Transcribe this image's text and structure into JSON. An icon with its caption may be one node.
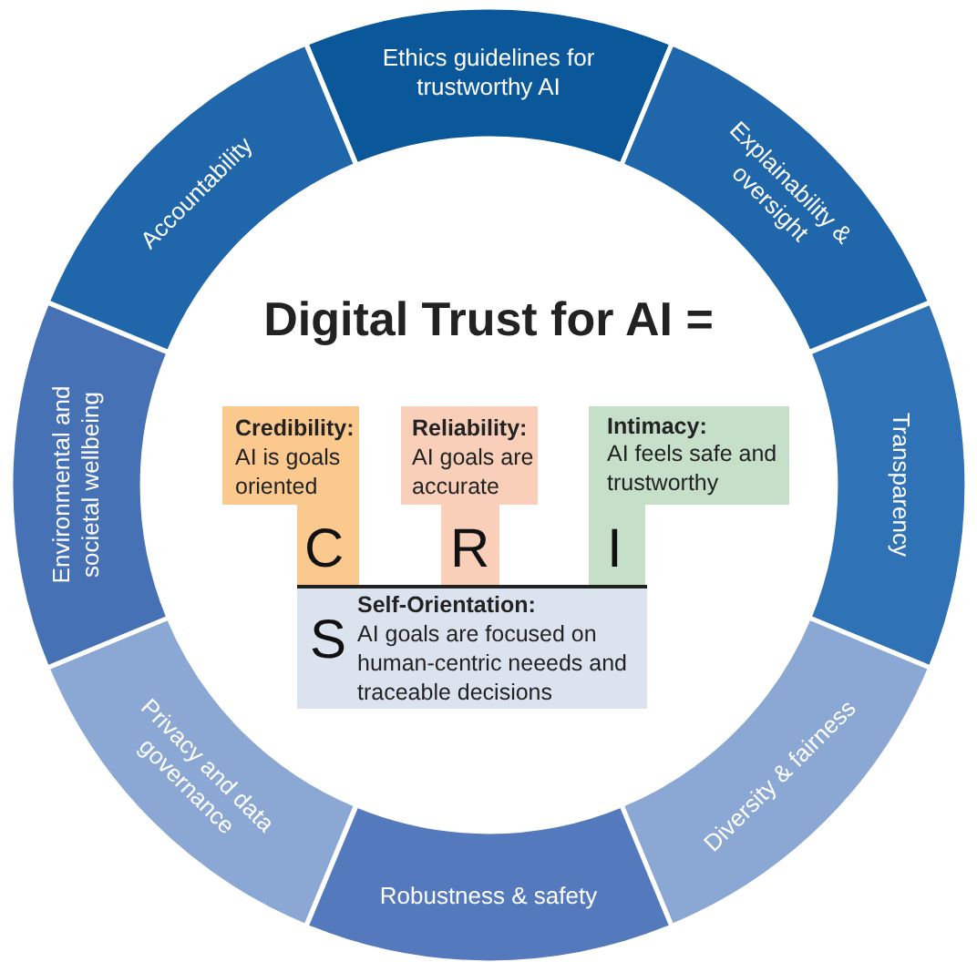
{
  "diagram": {
    "title": "Digital Trust for AI =",
    "nodes": [
      {
        "text": [
          "Ethics guidelines for trustworthy AI"
        ]
      },
      {
        "text": [
          "Explainability & oversight"
        ]
      },
      {
        "text": [
          "Transparency"
        ]
      },
      {
        "text": [
          "Diversity & fairness"
        ]
      },
      {
        "text": [
          "Robustness & safety"
        ]
      },
      {
        "text": [
          "Privacy and data governance"
        ]
      },
      {
        "text": [
          "Environmental and societal wellbeing"
        ]
      },
      {
        "text": [
          "Accountability"
        ]
      },
      {
        "text": [
          "Credibility:",
          "AI is goals oriented",
          "C"
        ]
      },
      {
        "text": [
          "Reliability:",
          "AI goals are accurate",
          "R"
        ]
      },
      {
        "text": [
          "Intimacy:",
          "AI feels safe and trustworthy",
          "I"
        ]
      },
      {
        "text": [
          "S",
          "Self-Orientation:",
          "AI goals are focused on human-centric neeeds and traceable decisions"
        ]
      }
    ],
    "edges": []
  }
}
